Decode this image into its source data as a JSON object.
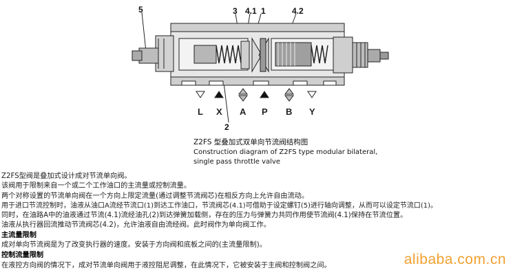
{
  "figure": {
    "callouts": {
      "c5": "5",
      "c3": "3",
      "c41": "4.1",
      "c1": "1",
      "c42": "4.2",
      "c2": "2"
    },
    "ports": [
      "L",
      "X",
      "A",
      "P",
      "B",
      "Y"
    ]
  },
  "caption": {
    "title_cn": "Z2FS 型叠加式双单向节流阀结构图",
    "title_en_1": "Construction diagram of Z2FS type modular bilateral,",
    "title_en_2": "single pass throttle valve"
  },
  "body": {
    "lines": [
      "Z2FS型阀是叠加式设计成对节流单向阀。",
      "该阀用于限制来自一个或二个工作油口的主流量或控制流量。",
      "两个对称设置的节流单向阀在一个方向上限定流量(通过调整节流阀芯)在相反方向上允许自由流动。",
      "用于进口节流控制时，油液从油口A流经节流口(1)到达工作油口，节流阀芯(4.1)可借助于设定螺钉(5)进行轴向调整，从而可以设定节流口(1)。",
      "同时，在油路A中的油液通过节流(4.1)流经油孔(2)到达弹簧加载侧，存在的压力与弹簧力共同作用使节流阀(4.1)保持在节流位置。",
      "油液从执行器回流推动节流阀芯(4.2)，允许油液自由流经阀。此时阀作为单向阀工作。"
    ],
    "heading_main": "主流量限制",
    "para_main": "成对单向节流阀是为了改变执行器的速度。安装于方向阀和底板之间的(主流量限制)。",
    "heading_control": "控制流量限制",
    "para_control": "在液控方向阀的情况下，成对节流单向阀用于液控阻尼调整，在此情况下，它被安装于主阀和控制阀之间。"
  },
  "watermark": "alibaba.com.cn"
}
